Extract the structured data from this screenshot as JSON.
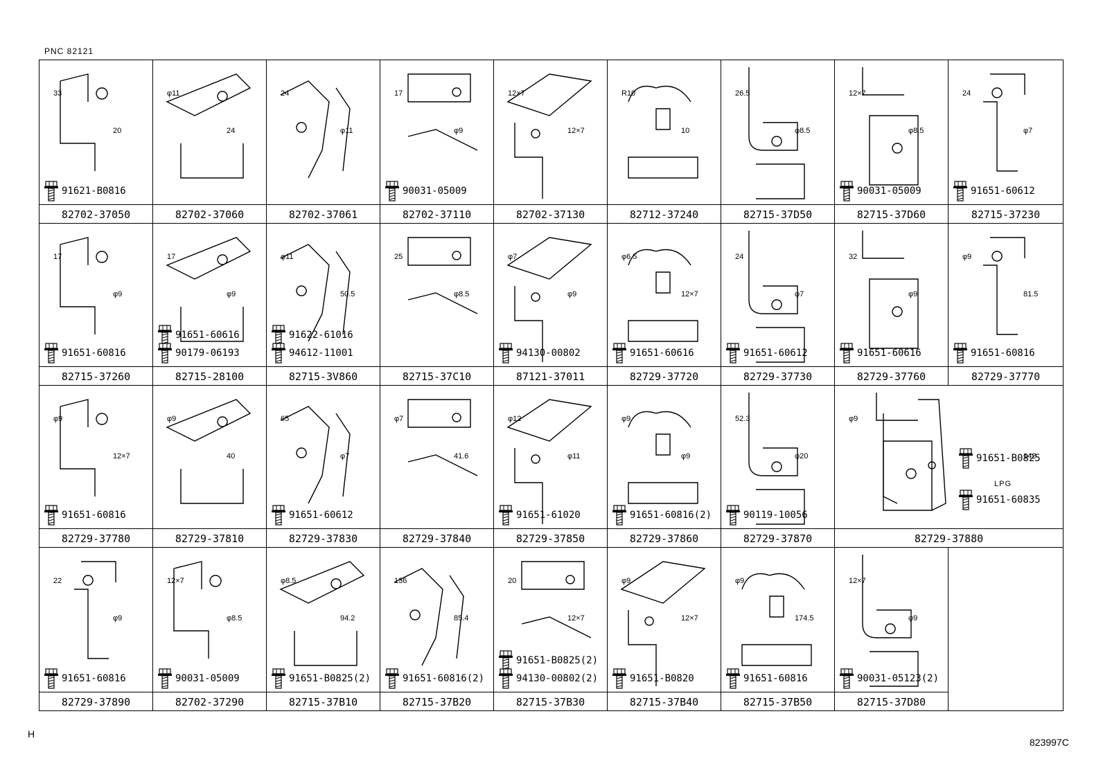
{
  "header": {
    "pnc": "PNC   82121"
  },
  "footer": {
    "left": "H",
    "right": "823997C"
  },
  "cells": [
    {
      "id": "r1c1",
      "part": "82702-37050",
      "bolts": [
        "91621-B0816"
      ],
      "dims": [
        "33",
        "20"
      ]
    },
    {
      "id": "r1c2",
      "part": "82702-37060",
      "bolts": [],
      "dims": [
        "φ11",
        "24"
      ]
    },
    {
      "id": "r1c3",
      "part": "82702-37061",
      "bolts": [],
      "dims": [
        "24",
        "φ11"
      ]
    },
    {
      "id": "r1c4",
      "part": "82702-37110",
      "bolts": [
        "90031-05009"
      ],
      "dims": [
        "17",
        "φ9"
      ]
    },
    {
      "id": "r1c5",
      "part": "82702-37130",
      "bolts": [],
      "dims": [
        "12×7",
        "12×7"
      ]
    },
    {
      "id": "r1c6",
      "part": "82712-37240",
      "bolts": [],
      "dims": [
        "R10",
        "10"
      ]
    },
    {
      "id": "r1c7",
      "part": "82715-37D50",
      "bolts": [],
      "dims": [
        "26.5",
        "φ8.5"
      ]
    },
    {
      "id": "r1c8",
      "part": "82715-37D60",
      "bolts": [
        "90031-05009"
      ],
      "dims": [
        "12×7",
        "φ8.5"
      ]
    },
    {
      "id": "r1c9",
      "part": "82715-37230",
      "bolts": [
        "91651-60612"
      ],
      "dims": [
        "24",
        "φ7"
      ]
    },
    {
      "id": "r2c1",
      "part": "82715-37260",
      "bolts": [
        "91651-60816"
      ],
      "dims": [
        "17",
        "φ9"
      ]
    },
    {
      "id": "r2c2",
      "part": "82715-28100",
      "bolts": [
        "91651-60616",
        "90179-06193"
      ],
      "dims": [
        "17",
        "φ9"
      ]
    },
    {
      "id": "r2c3",
      "part": "82715-3V860",
      "bolts": [
        "91622-61016",
        "94612-11001"
      ],
      "dims": [
        "φ11",
        "50.5"
      ]
    },
    {
      "id": "r2c4",
      "part": "82715-37C10",
      "bolts": [],
      "dims": [
        "25",
        "φ8.5"
      ]
    },
    {
      "id": "r2c5",
      "part": "87121-37011",
      "bolts": [
        "94130-00802"
      ],
      "dims": [
        "φ7",
        "φ9"
      ]
    },
    {
      "id": "r2c6",
      "part": "82729-37720",
      "bolts": [
        "91651-60616"
      ],
      "dims": [
        "φ6.5",
        "12×7"
      ]
    },
    {
      "id": "r2c7",
      "part": "82729-37730",
      "bolts": [
        "91651-60612"
      ],
      "dims": [
        "24",
        "φ7"
      ]
    },
    {
      "id": "r2c8",
      "part": "82729-37760",
      "bolts": [
        "91651-60616"
      ],
      "dims": [
        "32",
        "φ9"
      ]
    },
    {
      "id": "r2c9",
      "part": "82729-37770",
      "bolts": [
        "91651-60816"
      ],
      "dims": [
        "φ9",
        "81.5"
      ]
    },
    {
      "id": "r3c1",
      "part": "82729-37780",
      "bolts": [
        "91651-60816"
      ],
      "dims": [
        "φ9",
        "12×7"
      ]
    },
    {
      "id": "r3c2",
      "part": "82729-37810",
      "bolts": [],
      "dims": [
        "φ9",
        "40"
      ]
    },
    {
      "id": "r3c3",
      "part": "82729-37830",
      "bolts": [
        "91651-60612"
      ],
      "dims": [
        "65",
        "φ7"
      ]
    },
    {
      "id": "r3c4",
      "part": "82729-37840",
      "bolts": [],
      "dims": [
        "φ7",
        "41.6"
      ]
    },
    {
      "id": "r3c5",
      "part": "82729-37850",
      "bolts": [
        "91651-61020"
      ],
      "dims": [
        "φ12",
        "φ11"
      ]
    },
    {
      "id": "r3c6",
      "part": "82729-37860",
      "bolts": [
        "91651-60816(2)"
      ],
      "dims": [
        "φ9",
        "φ9"
      ]
    },
    {
      "id": "r3c7",
      "part": "82729-37870",
      "bolts": [
        "90119-10056"
      ],
      "dims": [
        "52.3",
        "φ20"
      ]
    },
    {
      "id": "r3c8",
      "part": "82729-37880",
      "bolts": [
        "91651-B0825",
        "91651-60835"
      ],
      "lpg": "LPG",
      "dims": [
        "φ9",
        "142"
      ]
    },
    {
      "id": "r4c1",
      "part": "82729-37890",
      "bolts": [
        "91651-60816"
      ],
      "dims": [
        "22",
        "φ9"
      ]
    },
    {
      "id": "r4c2",
      "part": "82702-37290",
      "bolts": [
        "90031-05009"
      ],
      "dims": [
        "12×7",
        "φ8.5"
      ]
    },
    {
      "id": "r4c3",
      "part": "82715-37B10",
      "bolts": [
        "91651-B0825(2)"
      ],
      "dims": [
        "φ8.5",
        "94.2"
      ]
    },
    {
      "id": "r4c4",
      "part": "82715-37B20",
      "bolts": [
        "91651-60816(2)"
      ],
      "dims": [
        "136",
        "85.4"
      ]
    },
    {
      "id": "r4c5",
      "part": "82715-37B30",
      "bolts": [
        "91651-B0825(2)",
        "94130-00802(2)"
      ],
      "dims": [
        "20",
        "12×7"
      ]
    },
    {
      "id": "r4c6",
      "part": "82715-37B40",
      "bolts": [
        "91651-B0820"
      ],
      "dims": [
        "φ9",
        "12×7"
      ]
    },
    {
      "id": "r4c7",
      "part": "82715-37B50",
      "bolts": [
        "91651-60816"
      ],
      "dims": [
        "φ9",
        "174.5"
      ]
    },
    {
      "id": "r4c8",
      "part": "82715-37D80",
      "bolts": [
        "90031-05123(2)"
      ],
      "dims": [
        "12×7",
        "φ9"
      ]
    }
  ]
}
